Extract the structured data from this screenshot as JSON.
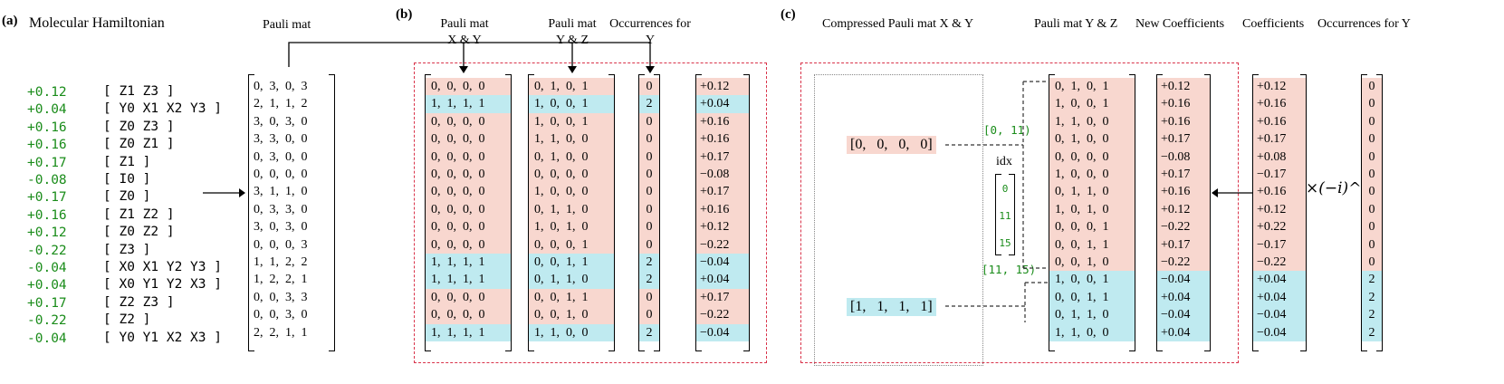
{
  "panel_a": {
    "label": "(a)",
    "title": "Molecular Hamiltonian",
    "pauli_title": "Pauli mat",
    "terms": [
      {
        "coef": "+0.12",
        "op": "[ Z1 Z3 ]"
      },
      {
        "coef": "+0.04",
        "op": "[ Y0 X1 X2 Y3 ]"
      },
      {
        "coef": "+0.16",
        "op": "[ Z0 Z3 ]"
      },
      {
        "coef": "+0.16",
        "op": "[ Z0 Z1 ]"
      },
      {
        "coef": "+0.17",
        "op": "[ Z1 ]"
      },
      {
        "coef": "-0.08",
        "op": "[ I0 ]"
      },
      {
        "coef": "+0.17",
        "op": "[ Z0 ]"
      },
      {
        "coef": "+0.16",
        "op": "[ Z1 Z2 ]"
      },
      {
        "coef": "+0.12",
        "op": "[ Z0 Z2 ]"
      },
      {
        "coef": "-0.22",
        "op": "[ Z3 ]"
      },
      {
        "coef": "-0.04",
        "op": "[ X0 X1 Y2 Y3 ]"
      },
      {
        "coef": "+0.04",
        "op": "[ X0 Y1 Y2 X3 ]"
      },
      {
        "coef": "+0.17",
        "op": "[ Z2 Z3 ]"
      },
      {
        "coef": "-0.22",
        "op": "[ Z2 ]"
      },
      {
        "coef": "-0.04",
        "op": "[ Y0 Y1 X2 X3 ]"
      }
    ],
    "pauli_rows": [
      "0,  3,  0,  3",
      "2,  1,  1,  2",
      "3,  0,  3,  0",
      "3,  3,  0,  0",
      "0,  3,  0,  0",
      "0,  0,  0,  0",
      "3,  1,  1,  0",
      "0,  3,  3,  0",
      "3,  0,  3,  0",
      "0,  0,  0,  3",
      "1,  1,  2,  2",
      "1,  2,  2,  1",
      "0,  0,  3,  3",
      "0,  0,  3,  0",
      "2,  2,  1,  1"
    ]
  },
  "panel_b": {
    "label": "(b)",
    "titles": {
      "xy": [
        "Pauli mat",
        "X & Y"
      ],
      "yz": [
        "Pauli mat",
        "Y & Z"
      ],
      "occ": [
        "Occurrences for",
        "Y"
      ]
    },
    "xy": [
      "0,  0,  0,  0",
      "1,  1,  1,  1",
      "0,  0,  0,  0",
      "0,  0,  0,  0",
      "0,  0,  0,  0",
      "0,  0,  0,  0",
      "0,  0,  0,  0",
      "0,  0,  0,  0",
      "0,  0,  0,  0",
      "0,  0,  0,  0",
      "1,  1,  1,  1",
      "1,  1,  1,  1",
      "0,  0,  0,  0",
      "0,  0,  0,  0",
      "1,  1,  1,  1"
    ],
    "yz": [
      "0,  1,  0,  1",
      "1,  0,  0,  1",
      "1,  0,  0,  1",
      "1,  1,  0,  0",
      "0,  1,  0,  0",
      "0,  0,  0,  0",
      "1,  0,  0,  0",
      "0,  1,  1,  0",
      "1,  0,  1,  0",
      "0,  0,  0,  1",
      "0,  0,  1,  1",
      "0,  1,  1,  0",
      "0,  0,  1,  1",
      "0,  0,  1,  0",
      "1,  1,  0,  0"
    ],
    "occ": [
      "0",
      "2",
      "0",
      "0",
      "0",
      "0",
      "0",
      "0",
      "0",
      "0",
      "2",
      "2",
      "0",
      "0",
      "2"
    ],
    "coefs": [
      "+0.12",
      "+0.04",
      "+0.16",
      "+0.16",
      "+0.17",
      "−0.08",
      "+0.17",
      "+0.16",
      "+0.12",
      "−0.22",
      "−0.04",
      "+0.04",
      "+0.17",
      "−0.22",
      "−0.04"
    ],
    "highlight": [
      false,
      true,
      false,
      false,
      false,
      false,
      false,
      false,
      false,
      false,
      true,
      true,
      false,
      false,
      true
    ]
  },
  "panel_c": {
    "label": "(c)",
    "titles": {
      "compressed": "Compressed Pauli mat X & Y",
      "yz": "Pauli mat Y & Z",
      "newcoef": "New Coefficients",
      "coef": "Coefficients",
      "occ": "Occurrences for Y"
    },
    "compressed": [
      "[0,   0,   0,   0]",
      "[1,   1,   1,   1]"
    ],
    "range0": "[0, 11)",
    "range1": "[11, 15)",
    "idx_label": "idx",
    "idx": [
      "0",
      "11",
      "15"
    ],
    "yz": [
      "0,  1,  0,  1",
      "1,  0,  0,  1",
      "1,  1,  0,  0",
      "0,  1,  0,  0",
      "0,  0,  0,  0",
      "1,  0,  0,  0",
      "0,  1,  1,  0",
      "1,  0,  1,  0",
      "0,  0,  0,  1",
      "0,  0,  1,  1",
      "0,  0,  1,  0",
      "1,  0,  0,  1",
      "0,  0,  1,  1",
      "0,  1,  1,  0",
      "1,  1,  0,  0"
    ],
    "newcoefs": [
      "+0.12",
      "+0.16",
      "+0.16",
      "+0.17",
      "−0.08",
      "+0.17",
      "+0.16",
      "+0.12",
      "−0.22",
      "+0.17",
      "−0.22",
      "−0.04",
      "+0.04",
      "−0.04",
      "+0.04"
    ],
    "coefs": [
      "+0.12",
      "+0.16",
      "+0.16",
      "+0.17",
      "+0.08",
      "−0.17",
      "+0.16",
      "+0.12",
      "+0.22",
      "−0.17",
      "−0.22",
      "+0.04",
      "+0.04",
      "−0.04",
      "−0.04"
    ],
    "occ": [
      "0",
      "0",
      "0",
      "0",
      "0",
      "0",
      "0",
      "0",
      "0",
      "0",
      "0",
      "2",
      "2",
      "2",
      "2"
    ],
    "factor": "×(−i)^",
    "highlight": [
      false,
      false,
      false,
      false,
      false,
      false,
      false,
      false,
      false,
      false,
      false,
      true,
      true,
      true,
      true
    ]
  }
}
